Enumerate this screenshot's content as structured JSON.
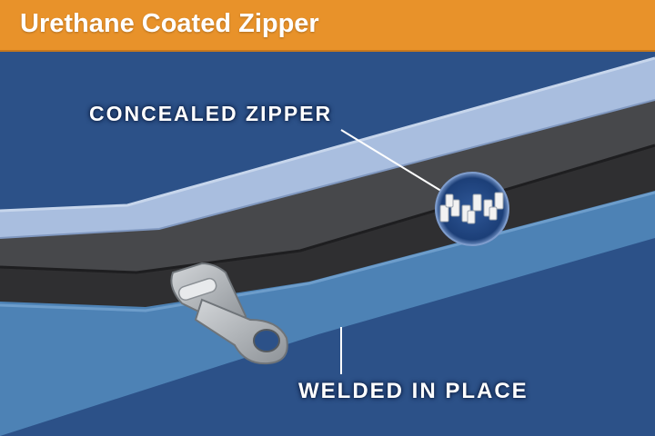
{
  "header": {
    "title": "Urethane Coated Zipper"
  },
  "callouts": {
    "concealed_zipper": "CONCEALED ZIPPER",
    "welded_in_place": "WELDED IN PLACE"
  },
  "colors": {
    "header_bg": "#e8922a",
    "background": "#2c5188",
    "upper_layer": "#a9bedf",
    "dark_layer": "#3a3a3c",
    "lower_layer": "#4d82b5",
    "zipper_pull": "#b8bcc0"
  }
}
